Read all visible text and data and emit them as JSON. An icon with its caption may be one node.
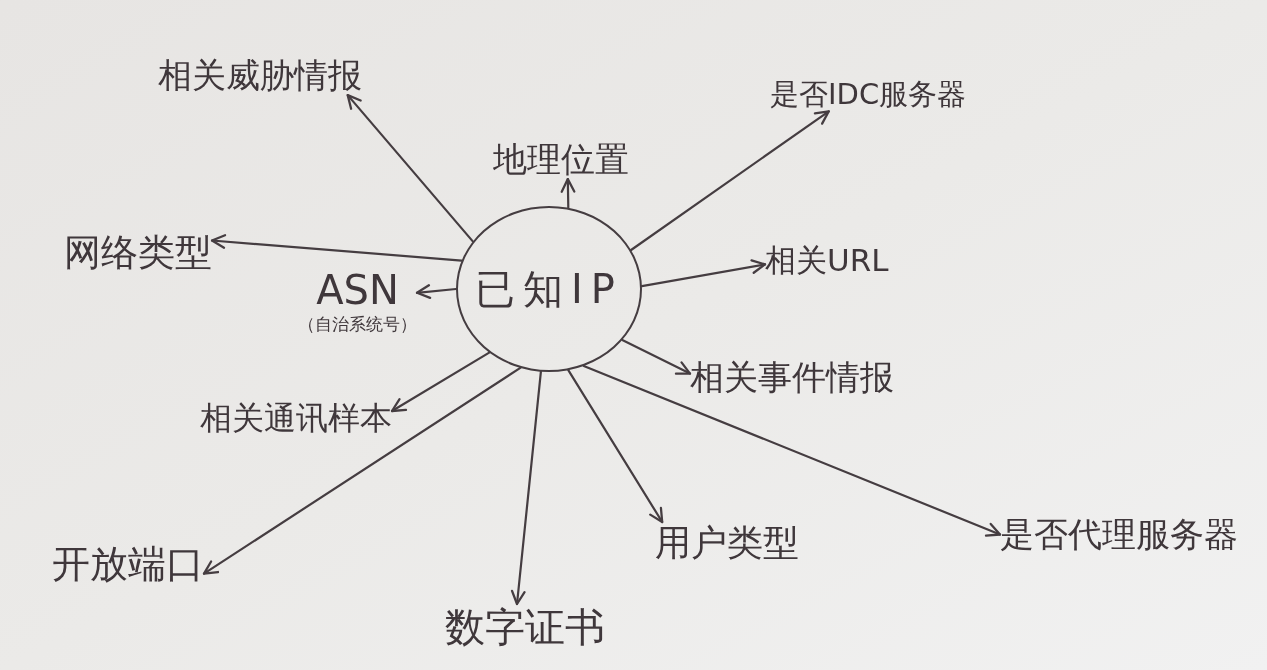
{
  "diagram": {
    "nodes": [
      {
        "text": [
          "相关威胁情报"
        ]
      },
      {
        "text": [
          "是否IDC服务器"
        ]
      },
      {
        "text": [
          "地理位置"
        ]
      },
      {
        "text": [
          "网络类型"
        ]
      },
      {
        "text": [
          "已知IP"
        ]
      },
      {
        "text": [
          "相关URL"
        ]
      },
      {
        "text": [
          "ASN",
          "（自治系统号）"
        ]
      },
      {
        "text": [
          "相关事件情报"
        ]
      },
      {
        "text": [
          "相关通讯样本"
        ]
      },
      {
        "text": [
          "开放端口"
        ]
      },
      {
        "text": [
          "用户类型"
        ]
      },
      {
        "text": [
          "是否代理服务器"
        ]
      },
      {
        "text": [
          "数字证书"
        ]
      }
    ],
    "edges": [
      {
        "from": 4,
        "to": 0,
        "arrow": "to"
      },
      {
        "from": 4,
        "to": 1,
        "arrow": "to"
      },
      {
        "from": 4,
        "to": 2,
        "arrow": "to"
      },
      {
        "from": 4,
        "to": 3,
        "arrow": "to"
      },
      {
        "from": 4,
        "to": 5,
        "arrow": "to"
      },
      {
        "from": 4,
        "to": 6,
        "arrow": "to"
      },
      {
        "from": 4,
        "to": 7,
        "arrow": "to"
      },
      {
        "from": 4,
        "to": 8,
        "arrow": "to"
      },
      {
        "from": 4,
        "to": 9,
        "arrow": "to"
      },
      {
        "from": 4,
        "to": 12,
        "arrow": "to"
      },
      {
        "from": 4,
        "to": 10,
        "arrow": "to"
      },
      {
        "from": 4,
        "to": 11,
        "arrow": "to"
      }
    ]
  }
}
